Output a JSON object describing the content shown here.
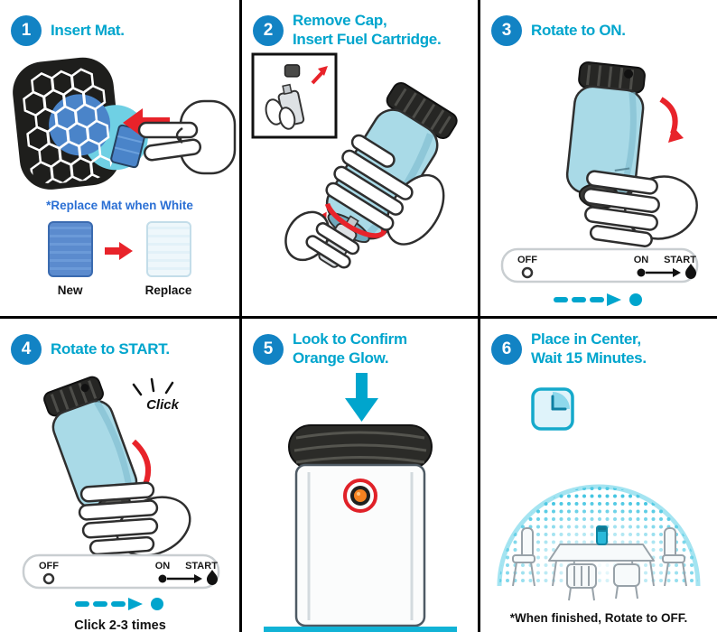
{
  "colors": {
    "accent_teal": "#00a5cd",
    "badge_blue": "#1283c4",
    "arrow_red": "#e8232a",
    "device_teal": "#a9dae7",
    "mat_blue": "#5b8bce",
    "orange_glow": "#f58220",
    "note_blue": "#2a6fd4"
  },
  "steps": [
    {
      "number": "1",
      "title": "Insert Mat."
    },
    {
      "number": "2",
      "title": "Remove Cap,\nInsert Fuel Cartridge."
    },
    {
      "number": "3",
      "title": "Rotate to ON."
    },
    {
      "number": "4",
      "title": "Rotate to START."
    },
    {
      "number": "5",
      "title": "Look to Confirm\nOrange Glow."
    },
    {
      "number": "6",
      "title": "Place in Center,\nWait 15 Minutes."
    }
  ],
  "step1": {
    "note": "*Replace Mat when White",
    "new_label": "New",
    "replace_label": "Replace"
  },
  "dial": {
    "off": "OFF",
    "on": "ON",
    "start": "START"
  },
  "step4": {
    "click_label": "Click",
    "note": "Click 2-3 times"
  },
  "step6": {
    "note": "*When finished, Rotate to OFF."
  }
}
